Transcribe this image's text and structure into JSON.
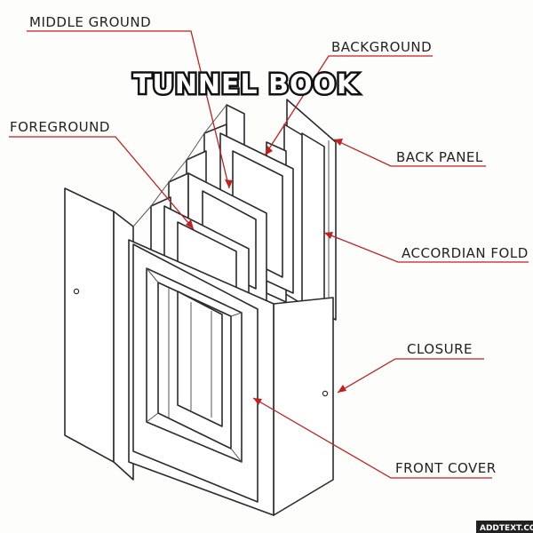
{
  "title": "TUNNEL BOOK",
  "labels": {
    "middle_ground": "MIDDLE GROUND",
    "background": "BACKGROUND",
    "foreground": "FOREGROUND",
    "back_panel": "BACK PANEL",
    "accordian_fold": "ACCORDIAN FOLD",
    "closure": "CLOSURE",
    "front_cover": "FRONT COVER"
  },
  "watermark": "ADDTEXT.COM",
  "colors": {
    "leader": "#c21f1f",
    "ink": "#2b2b2b"
  }
}
